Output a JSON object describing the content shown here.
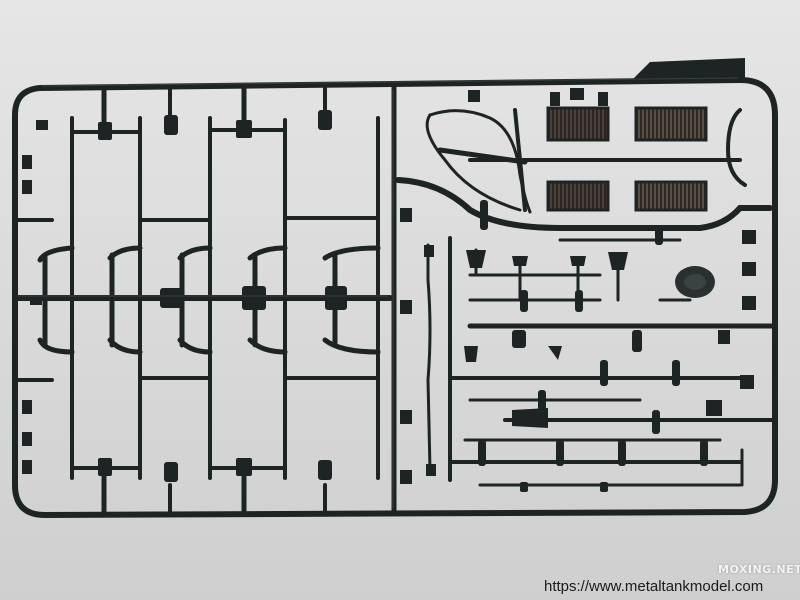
{
  "scene": {
    "subject": "plastic model kit sprue",
    "colors": {
      "background": "#dcdcdc",
      "plastic": "#1e2424",
      "plastic_highlight": "#3a4242",
      "grille": "#3b3530"
    }
  },
  "watermarks": {
    "site_badge": "MOXING.NET",
    "url": "https://www.metaltankmodel.com"
  }
}
